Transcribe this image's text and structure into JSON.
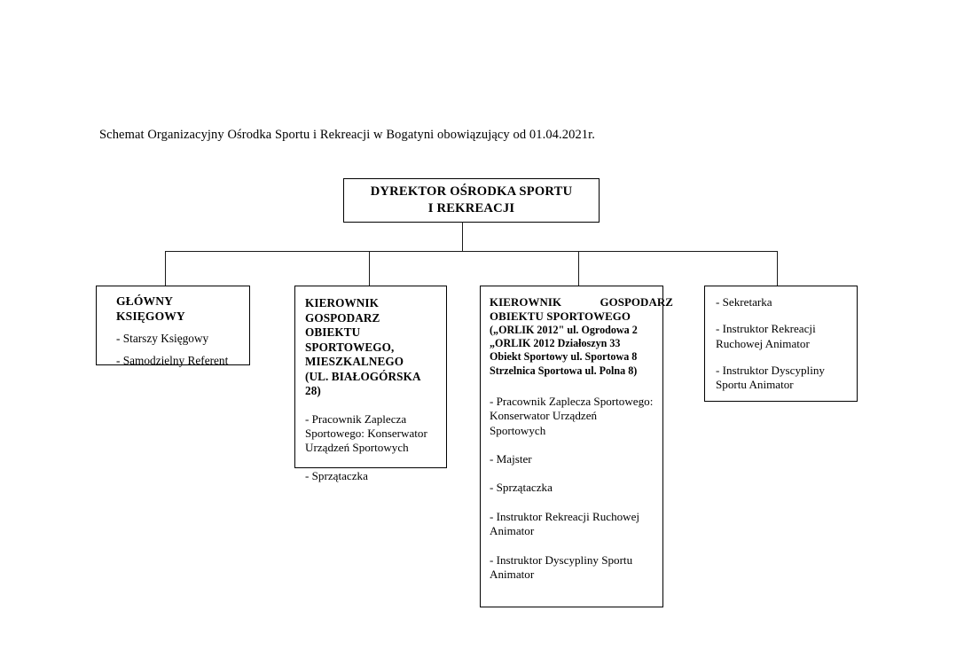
{
  "document": {
    "title": "Schemat Organizacyjny Ośrodka Sportu i Rekreacji w Bogatyni obowiązujący od 01.04.2021r."
  },
  "chart_data": {
    "type": "diagram",
    "diagram_kind": "organizational-chart",
    "orientation": "top-down",
    "title": "Schemat Organizacyjny Ośrodka Sportu i Rekreacji w Bogatyni obowiązujący od 01.04.2021r.",
    "colors": {
      "background": "#ffffff",
      "text": "#000000",
      "box_border": "#000000",
      "connector": "#1a1a1a"
    },
    "root": {
      "id": "director",
      "heading_line_1": "DYREKTOR OŚRODKA SPORTU",
      "heading_line_2": "I REKREACJI",
      "items": []
    },
    "children": [
      {
        "id": "accounting",
        "heading": "GŁÓWNY KSIĘGOWY",
        "items": [
          "- Starszy Księgowy",
          "- Samodzielny Referent"
        ]
      },
      {
        "id": "facility-bialogorska",
        "heading_lines": [
          "KIEROWNIK",
          "GOSPODARZ OBIEKTU",
          "SPORTOWEGO,",
          "MIESZKALNEGO",
          "(UL. BIAŁOGÓRSKA 28)"
        ],
        "items": [
          "- Pracownik Zaplecza Sportowego: Konserwator Urządzeń Sportowych",
          "- Sprzątaczka"
        ]
      },
      {
        "id": "facility-orlik",
        "heading_line_1_left": "KIEROWNIK",
        "heading_line_1_right": "GOSPODARZ",
        "heading_line_2": "OBIEKTU SPORTOWEGO",
        "subheading_lines": [
          "(„ORLIK 2012\" ul. Ogrodowa 2",
          "„ORLIK 2012  Działoszyn 33",
          "Obiekt Sportowy ul. Sportowa 8",
          "Strzelnica Sportowa ul. Polna 8)"
        ],
        "items": [
          "- Pracownik Zaplecza Sportowego: Konserwator Urządzeń Sportowych",
          "- Majster",
          "- Sprzątaczka",
          "- Instruktor Rekreacji Ruchowej Animator",
          "- Instruktor Dyscypliny Sportu Animator"
        ]
      },
      {
        "id": "secretariat",
        "heading": "",
        "items": [
          "- Sekretarka",
          "- Instruktor Rekreacji Ruchowej Animator",
          "- Instruktor Dyscypliny Sportu Animator"
        ]
      }
    ],
    "edges": [
      {
        "from": "director",
        "to": "accounting"
      },
      {
        "from": "director",
        "to": "facility-bialogorska"
      },
      {
        "from": "director",
        "to": "facility-orlik"
      },
      {
        "from": "director",
        "to": "secretariat"
      }
    ]
  }
}
